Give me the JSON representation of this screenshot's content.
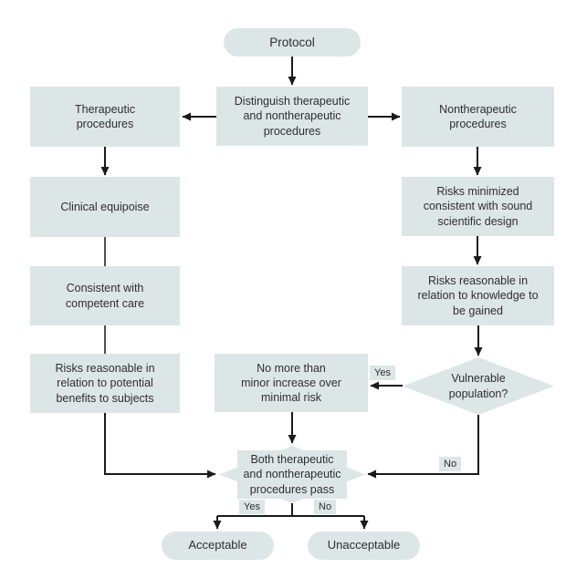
{
  "diagram": {
    "type": "flowchart",
    "colors": {
      "background": "#ffffff",
      "node_fill": "#dde6e7",
      "text": "#2e2e2e",
      "arrow": "#1a1a1a",
      "line": "#4f4f4f"
    },
    "nodes": {
      "protocol": {
        "type": "terminator",
        "label": "Protocol"
      },
      "distinguish": {
        "type": "process",
        "label": "Distinguish therapeutic\nand nontherapeutic\nprocedures"
      },
      "therapeutic": {
        "type": "process",
        "label": "Therapeutic\nprocedures"
      },
      "nontherapeutic": {
        "type": "process",
        "label": "Nontherapeutic\nprocedures"
      },
      "clinical_equipoise": {
        "type": "process",
        "label": "Clinical equipoise"
      },
      "risks_minimized": {
        "type": "process",
        "label": "Risks minimized\nconsistent with sound\nscientific design"
      },
      "competent_care": {
        "type": "process",
        "label": "Consistent with\ncompetent care"
      },
      "risks_knowledge": {
        "type": "process",
        "label": "Risks reasonable in\nrelation to knowledge to\nbe gained"
      },
      "risks_benefits": {
        "type": "process",
        "label": "Risks reasonable in\nrelation to potential\nbenefits to subjects"
      },
      "minor_increase": {
        "type": "process",
        "label": "No more than\nminor increase over\nminimal risk"
      },
      "vulnerable": {
        "type": "decision",
        "label": "Vulnerable\npopulation?"
      },
      "both_pass": {
        "type": "decision",
        "label": "Both therapeutic\nand nontherapeutic\nprocedures pass"
      },
      "acceptable": {
        "type": "terminator",
        "label": "Acceptable"
      },
      "unacceptable": {
        "type": "terminator",
        "label": "Unacceptable"
      }
    },
    "edge_labels": {
      "vulnerable_yes": "Yes",
      "vulnerable_no": "No",
      "pass_yes": "Yes",
      "pass_no": "No"
    }
  }
}
